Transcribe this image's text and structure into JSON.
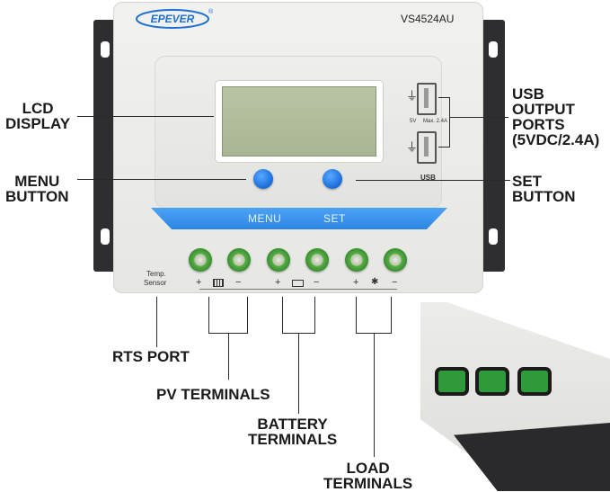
{
  "device": {
    "brand": "EPEVER",
    "model": "VS4524AU",
    "menu_label": "MENU",
    "set_label": "SET",
    "usb_voltage": "5V",
    "usb_max": "Max. 2.4A",
    "usb_label": "USB",
    "sensor_label_line1": "Temp.",
    "sensor_label_line2": "Sensor",
    "accent_color": "#2d86e6",
    "terminal_color": "#2f8a2a",
    "terminal_signs": [
      "+",
      "−",
      "+",
      "−",
      "+",
      "−"
    ],
    "terminal_icons": [
      "solar-panel-icon",
      "battery-icon",
      "bulb-icon"
    ]
  },
  "callouts": {
    "lcd": [
      "LCD",
      "DISPLAY"
    ],
    "menu": [
      "MENU",
      "BUTTON"
    ],
    "usb": [
      "USB",
      "OUTPUT",
      "PORTS",
      "(5VDC/2.4A)"
    ],
    "set": [
      "SET",
      "BUTTON"
    ],
    "rts": "RTS PORT",
    "pv": "PV TERMINALS",
    "battery": [
      "BATTERY",
      "TERMINALS"
    ],
    "load": [
      "LOAD",
      "TERMINALS"
    ]
  }
}
